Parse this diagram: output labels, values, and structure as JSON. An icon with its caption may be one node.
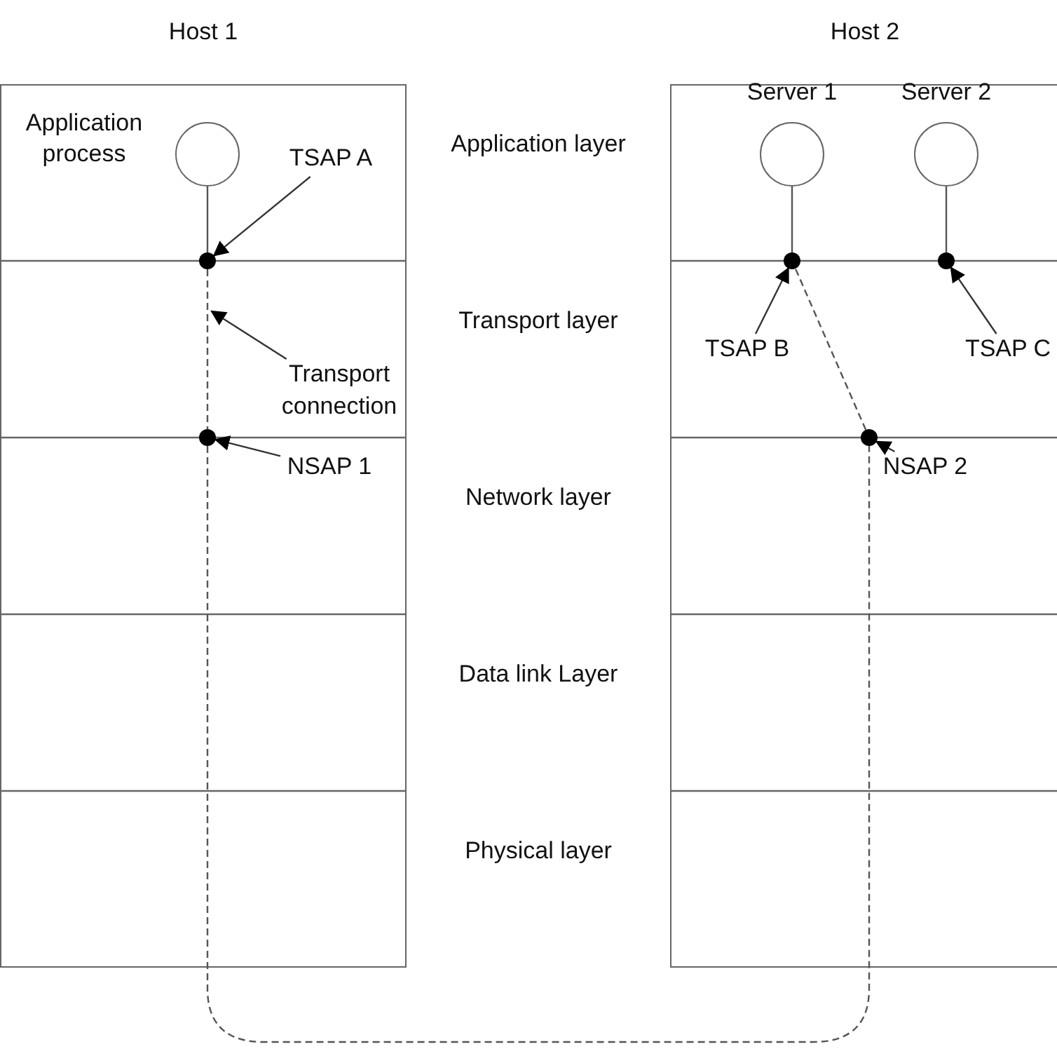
{
  "diagram": {
    "nodes": [
      {
        "text": [
          "Host 1"
        ]
      },
      {
        "text": [
          "Host 2"
        ]
      },
      {
        "text": [],
        "shape": "circle",
        "in": 0,
        "beside": [
          "Application process"
        ]
      },
      {
        "text": [],
        "shape": "circle",
        "in": 0
      },
      {
        "text": [],
        "shape": "circle",
        "in": 0
      },
      {
        "text": [
          "TSAP A"
        ],
        "in": 0
      },
      {
        "text": [
          "Transport connection"
        ],
        "in": 0
      },
      {
        "text": [
          "NSAP 1"
        ],
        "in": 0
      },
      {
        "text": [],
        "shape": "circle",
        "in": 1,
        "beside": [
          "Server 1"
        ]
      },
      {
        "text": [],
        "shape": "circle",
        "in": 1,
        "beside": [
          "Server 2"
        ]
      },
      {
        "text": [],
        "shape": "circle",
        "in": 1
      },
      {
        "text": [],
        "shape": "circle",
        "in": 1
      },
      {
        "text": [],
        "shape": "circle",
        "in": 1
      },
      {
        "text": [
          "TSAP B"
        ],
        "in": 1
      },
      {
        "text": [
          "TSAP C"
        ],
        "in": 1
      },
      {
        "text": [
          "NSAP 2"
        ],
        "in": 1
      }
    ],
    "edges": [
      {
        "from": 2,
        "to": 3,
        "arrow": "none"
      },
      {
        "from": 8,
        "to": 10,
        "arrow": "none"
      },
      {
        "from": 9,
        "to": 11,
        "arrow": "none"
      },
      {
        "from": 5,
        "to": 3,
        "arrow": "to"
      },
      {
        "from": 6,
        "to": null,
        "arrow": "to"
      },
      {
        "from": 7,
        "to": 4,
        "arrow": "to"
      },
      {
        "from": 13,
        "to": 10,
        "arrow": "to"
      },
      {
        "from": 14,
        "to": 11,
        "arrow": "to"
      },
      {
        "from": 15,
        "to": 12,
        "arrow": "to"
      },
      {
        "from": 3,
        "to": 4,
        "arrow": "none",
        "style": "dashed"
      },
      {
        "from": 4,
        "to": 12,
        "arrow": "none",
        "style": "dashed"
      },
      {
        "from": 12,
        "to": 10,
        "arrow": "none",
        "style": "dashed"
      }
    ],
    "labels": [
      "Application layer",
      "Transport layer",
      "Network layer",
      "Data link Layer",
      "Physical layer"
    ]
  }
}
